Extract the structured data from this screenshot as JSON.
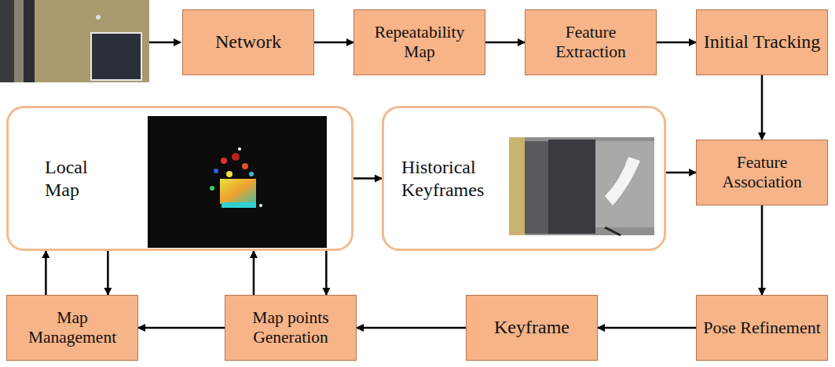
{
  "diagram": {
    "nodes": [
      {
        "text": [
          "Network"
        ]
      },
      {
        "text": [
          "Repeatability Map"
        ]
      },
      {
        "text": [
          "Feature Extraction"
        ]
      },
      {
        "text": [
          "Initial Tracking"
        ]
      },
      {
        "text": [
          "Local Map"
        ]
      },
      {
        "text": [
          "Historical Keyframes"
        ]
      },
      {
        "text": [
          "Feature Association"
        ]
      },
      {
        "text": [
          "Map Management"
        ]
      },
      {
        "text": [
          "Map points Generation"
        ]
      },
      {
        "text": [
          "Keyframe"
        ]
      },
      {
        "text": [
          "Pose Refinement"
        ]
      }
    ],
    "edges": [
      {
        "from": 0,
        "to": 1,
        "arrow": "to"
      },
      {
        "from": 1,
        "to": 2,
        "arrow": "to"
      },
      {
        "from": 2,
        "to": 3,
        "arrow": "to"
      },
      {
        "from": 3,
        "to": 6,
        "arrow": "to"
      },
      {
        "from": 4,
        "to": 5,
        "arrow": "to"
      },
      {
        "from": 5,
        "to": 6,
        "arrow": "to"
      },
      {
        "from": 6,
        "to": 10,
        "arrow": "to"
      },
      {
        "from": 10,
        "to": 9,
        "arrow": "to"
      },
      {
        "from": 9,
        "to": 8,
        "arrow": "to"
      },
      {
        "from": 8,
        "to": 7,
        "arrow": "to"
      },
      {
        "from": 7,
        "to": 4,
        "arrow": "to"
      },
      {
        "from": 4,
        "to": 7,
        "arrow": "to"
      },
      {
        "from": 8,
        "to": 4,
        "arrow": "to"
      },
      {
        "from": 4,
        "to": 8,
        "arrow": "to"
      }
    ]
  }
}
